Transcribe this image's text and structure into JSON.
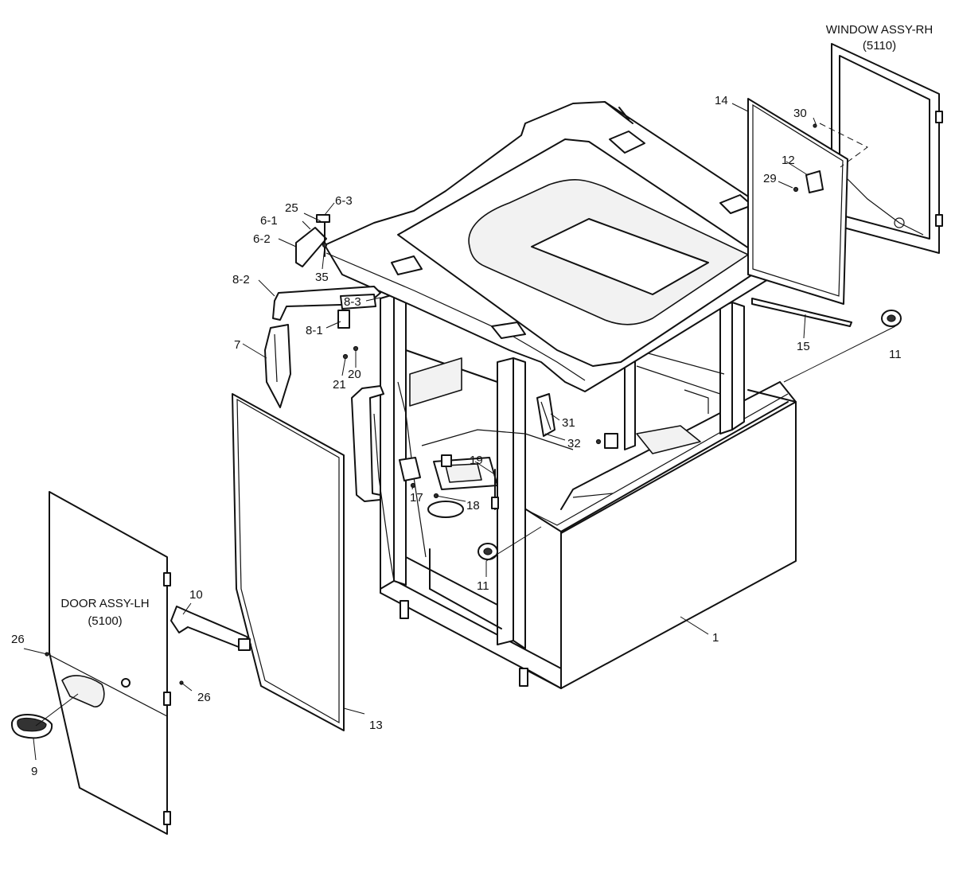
{
  "assemblies": {
    "window_rh": {
      "title": "WINDOW ASSY-RH",
      "code": "(5110)"
    },
    "door_lh": {
      "title": "DOOR ASSY-LH",
      "code": "(5100)"
    }
  },
  "callouts": {
    "p1": "1",
    "p6_1": "6-1",
    "p6_2": "6-2",
    "p6_3": "6-3",
    "p7": "7",
    "p8_1": "8-1",
    "p8_2": "8-2",
    "p8_3": "8-3",
    "p9": "9",
    "p10": "10",
    "p11_right": "11",
    "p11_center": "11",
    "p12": "12",
    "p13": "13",
    "p14": "14",
    "p15": "15",
    "p17": "17",
    "p18": "18",
    "p19": "19",
    "p20": "20",
    "p21": "21",
    "p25": "25",
    "p26_left": "26",
    "p26_right": "26",
    "p29": "29",
    "p30": "30",
    "p31": "31",
    "p32": "32",
    "p35": "35"
  }
}
